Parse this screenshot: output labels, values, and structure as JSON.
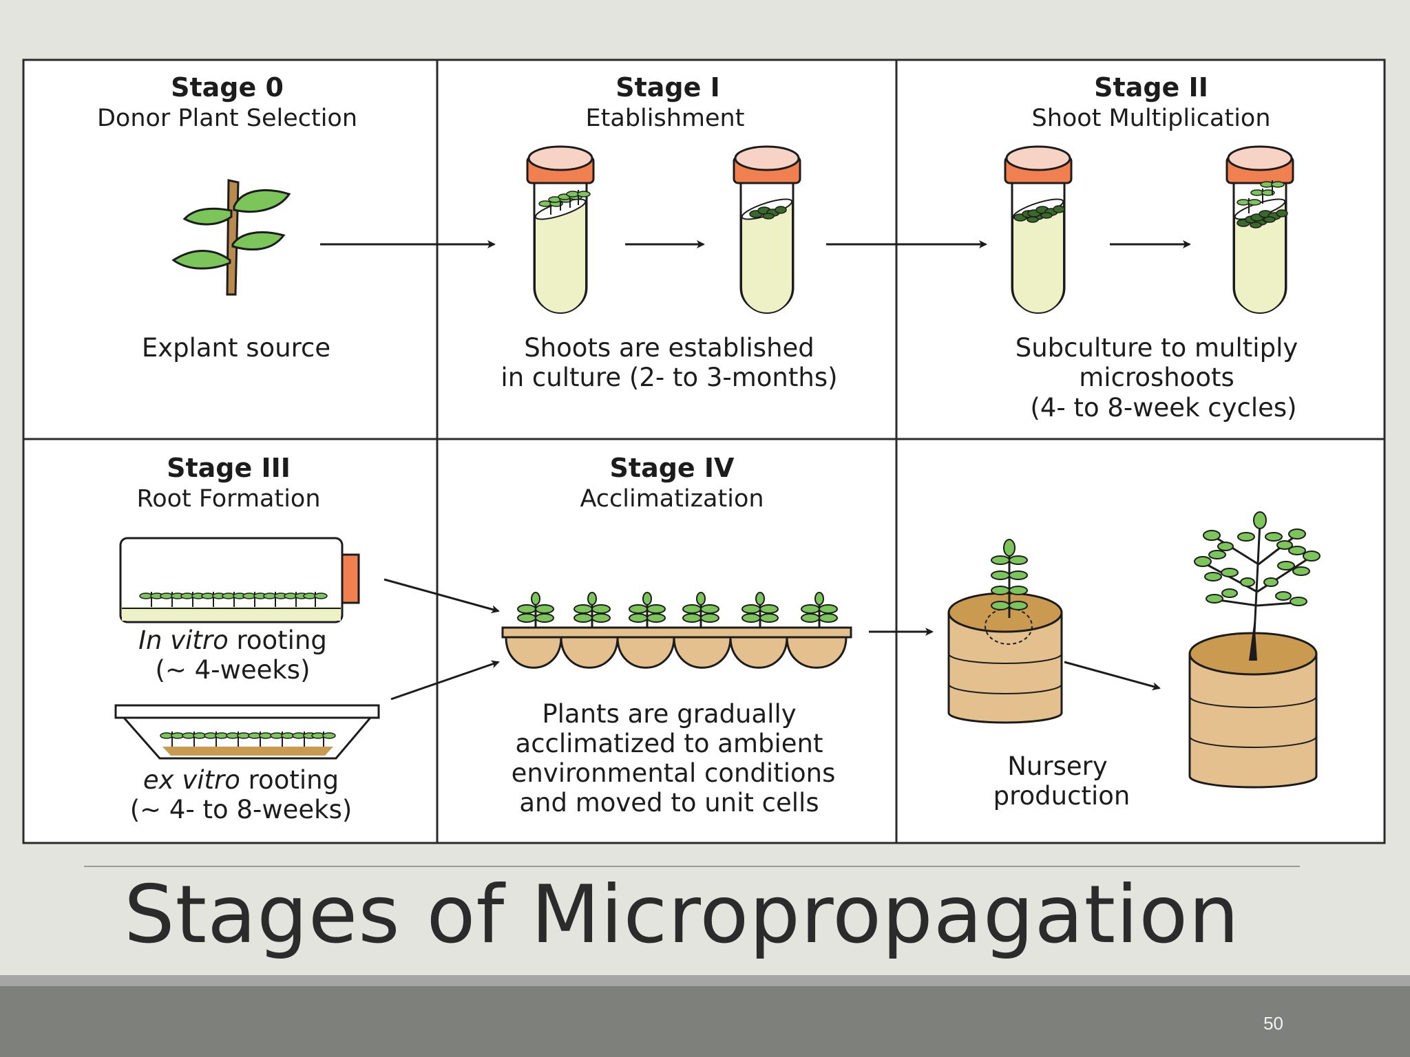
{
  "figure": {
    "stages": [
      {
        "header": "Stage 0",
        "subtitle": "Donor Plant Selection",
        "caption": [
          "Explant source"
        ]
      },
      {
        "header": "Stage I",
        "subtitle": "Etablishment",
        "caption": [
          "Shoots are established",
          "in culture (2- to 3-months)"
        ]
      },
      {
        "header": "Stage II",
        "subtitle": "Shoot Multiplication",
        "caption": [
          "Subculture to multiply",
          "microshoots",
          "(4- to 8-week cycles)"
        ]
      },
      {
        "header": "Stage III",
        "subtitle": "Root Formation"
      },
      {
        "header": "Stage IV",
        "subtitle": "Acclimatization",
        "caption": [
          "Plants are gradually",
          "acclimatized to ambient",
          "environmental conditions",
          "and moved to unit cells"
        ]
      }
    ],
    "in_vitro": {
      "italic": "In vitro",
      "rest": " rooting",
      "duration": "(~ 4-weeks)"
    },
    "ex_vitro": {
      "italic": "ex vitro",
      "rest": " rooting",
      "duration": "(~ 4- to 8-weeks)"
    },
    "nursery_caption": [
      "Nursery",
      "production"
    ],
    "colors": {
      "cap": "#f08050",
      "cap_top": "#f7d3c6",
      "medium": "#eef0c6",
      "leaf": "#7cc55a",
      "stem": "#9c7a45",
      "pot": "#e3c08e",
      "soil": "#c99a50"
    }
  },
  "slide_title": "Stages of Micropropagation",
  "page_number": "50"
}
